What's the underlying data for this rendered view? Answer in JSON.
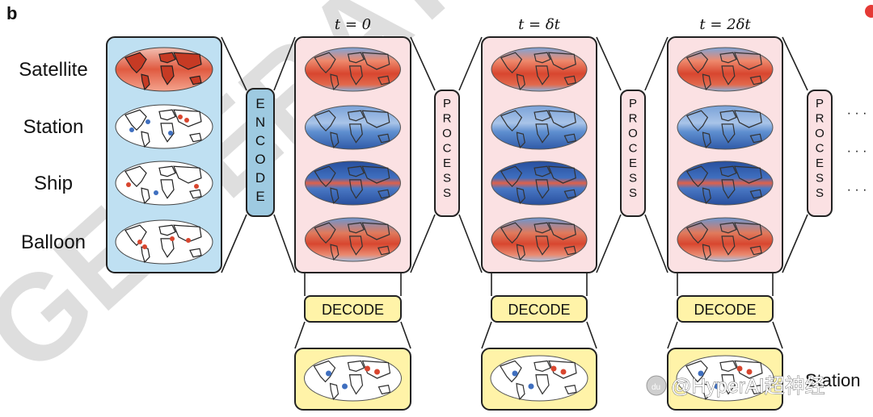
{
  "panel_label": "b",
  "input_labels": [
    "Satellite",
    "Station",
    "Ship",
    "Balloon"
  ],
  "encode_label": "ENCODE",
  "process_label": "PROCESS",
  "decode_label": "DECODE",
  "time_labels": [
    "t = 0",
    "t = δt",
    "t = 2δt"
  ],
  "continuation": "· · ·",
  "output_label": "Station",
  "watermark_text": "@HyperAI超神经",
  "background_watermark": "GENERATED AI",
  "colors": {
    "input_panel": "#bfe0f2",
    "state_panel": "#fbe1e3",
    "decode_box": "#fff3a8",
    "encode_box": "#9ecae1",
    "warm": "#d8462f",
    "cool": "#3f6fbf"
  }
}
